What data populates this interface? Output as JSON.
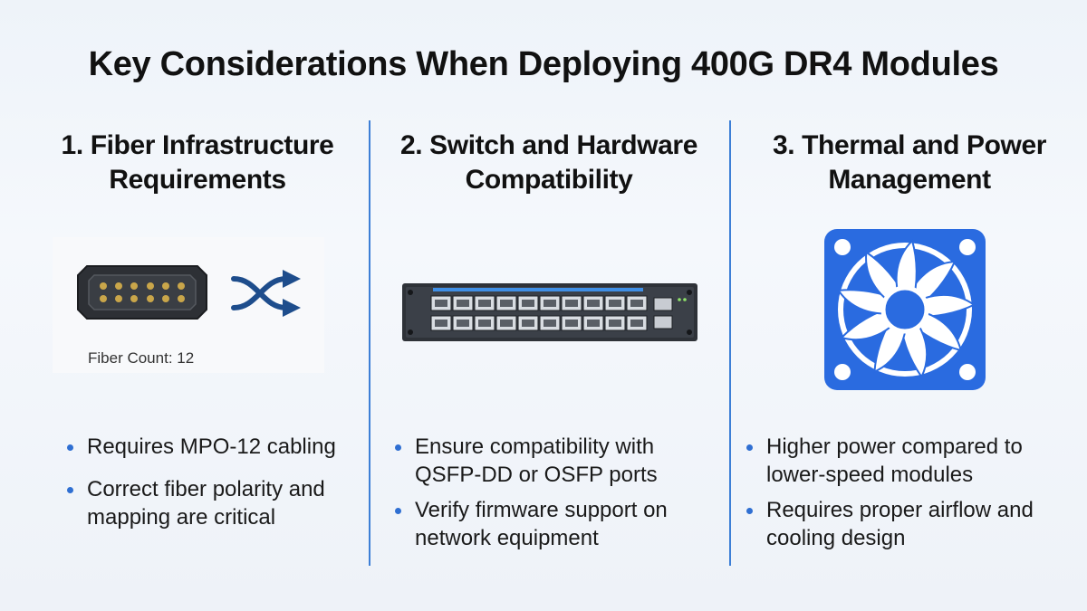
{
  "title": "Key Considerations When Deploying 400G DR4 Modules",
  "colors": {
    "accent": "#3d7fd6",
    "bullet": "#2f6fd2",
    "fan": "#2a6be0"
  },
  "columns": [
    {
      "heading_line1": "1. Fiber Infrastructure",
      "heading_line2": "Requirements",
      "image_caption": "Fiber Count: 12",
      "icons": [
        "mpo-connector-icon",
        "crossover-arrows-icon"
      ],
      "bullets": [
        "Requires MPO-12 cabling",
        "Correct fiber polarity and mapping are critical"
      ]
    },
    {
      "heading_line1": "2. Switch and Hardware",
      "heading_line2": "Compatibility",
      "icons": [
        "network-switch-icon"
      ],
      "bullets": [
        "Ensure compatibility with QSFP-DD or OSFP ports",
        "Verify firmware support on network equipment"
      ]
    },
    {
      "heading_line1": "3. Thermal and Power",
      "heading_line2": "Management",
      "icons": [
        "cooling-fan-icon"
      ],
      "bullets": [
        "Higher power compared to lower-speed modules",
        "Requires proper airflow and cooling design"
      ]
    }
  ]
}
